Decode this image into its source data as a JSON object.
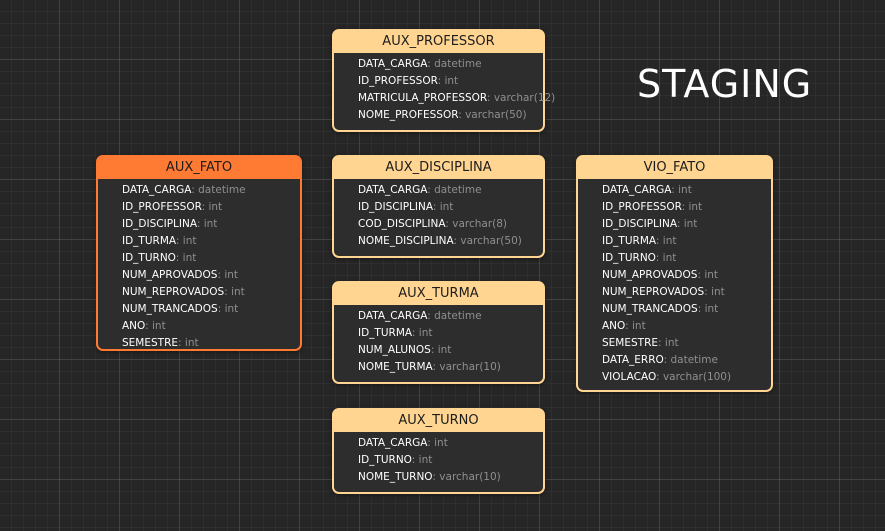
{
  "diagram_title": "STAGING",
  "colors": {
    "background": "#262626",
    "entity_header": "#ffd591",
    "entity_header_selected": "#ff7b33",
    "entity_body": "#2d2d2d",
    "field_name": "#ffffff",
    "field_type": "#8f8f8f"
  },
  "entities": {
    "aux_professor": {
      "title": "AUX_PROFESSOR",
      "fields": [
        {
          "name": "DATA_CARGA",
          "type": "datetime"
        },
        {
          "name": "ID_PROFESSOR",
          "type": "int"
        },
        {
          "name": "MATRICULA_PROFESSOR",
          "type": "varchar(12)"
        },
        {
          "name": "NOME_PROFESSOR",
          "type": "varchar(50)"
        }
      ]
    },
    "aux_fato": {
      "title": "AUX_FATO",
      "selected": true,
      "fields": [
        {
          "name": "DATA_CARGA",
          "type": "datetime"
        },
        {
          "name": "ID_PROFESSOR",
          "type": "int"
        },
        {
          "name": "ID_DISCIPLINA",
          "type": "int"
        },
        {
          "name": "ID_TURMA",
          "type": "int"
        },
        {
          "name": "ID_TURNO",
          "type": "int"
        },
        {
          "name": "NUM_APROVADOS",
          "type": "int"
        },
        {
          "name": "NUM_REPROVADOS",
          "type": "int"
        },
        {
          "name": "NUM_TRANCADOS",
          "type": "int"
        },
        {
          "name": "ANO",
          "type": "int"
        },
        {
          "name": "SEMESTRE",
          "type": "int"
        }
      ]
    },
    "aux_disciplina": {
      "title": "AUX_DISCIPLINA",
      "fields": [
        {
          "name": "DATA_CARGA",
          "type": "datetime"
        },
        {
          "name": "ID_DISCIPLINA",
          "type": "int"
        },
        {
          "name": "COD_DISCIPLINA",
          "type": "varchar(8)"
        },
        {
          "name": "NOME_DISCIPLINA",
          "type": "varchar(50)"
        }
      ]
    },
    "vio_fato": {
      "title": "VIO_FATO",
      "fields": [
        {
          "name": "DATA_CARGA",
          "type": "int"
        },
        {
          "name": "ID_PROFESSOR",
          "type": "int"
        },
        {
          "name": "ID_DISCIPLINA",
          "type": "int"
        },
        {
          "name": "ID_TURMA",
          "type": "int"
        },
        {
          "name": "ID_TURNO",
          "type": "int"
        },
        {
          "name": "NUM_APROVADOS",
          "type": "int"
        },
        {
          "name": "NUM_REPROVADOS",
          "type": "int"
        },
        {
          "name": "NUM_TRANCADOS",
          "type": "int"
        },
        {
          "name": "ANO",
          "type": "int"
        },
        {
          "name": "SEMESTRE",
          "type": "int"
        },
        {
          "name": "DATA_ERRO",
          "type": "datetime"
        },
        {
          "name": "VIOLACAO",
          "type": "varchar(100)"
        }
      ]
    },
    "aux_turma": {
      "title": "AUX_TURMA",
      "fields": [
        {
          "name": "DATA_CARGA",
          "type": "datetime"
        },
        {
          "name": "ID_TURMA",
          "type": "int"
        },
        {
          "name": "NUM_ALUNOS",
          "type": "int"
        },
        {
          "name": "NOME_TURMA",
          "type": "varchar(10)"
        }
      ]
    },
    "aux_turno": {
      "title": "AUX_TURNO",
      "fields": [
        {
          "name": "DATA_CARGA",
          "type": "int"
        },
        {
          "name": "ID_TURNO",
          "type": "int"
        },
        {
          "name": "NOME_TURNO",
          "type": "varchar(10)"
        }
      ]
    }
  }
}
